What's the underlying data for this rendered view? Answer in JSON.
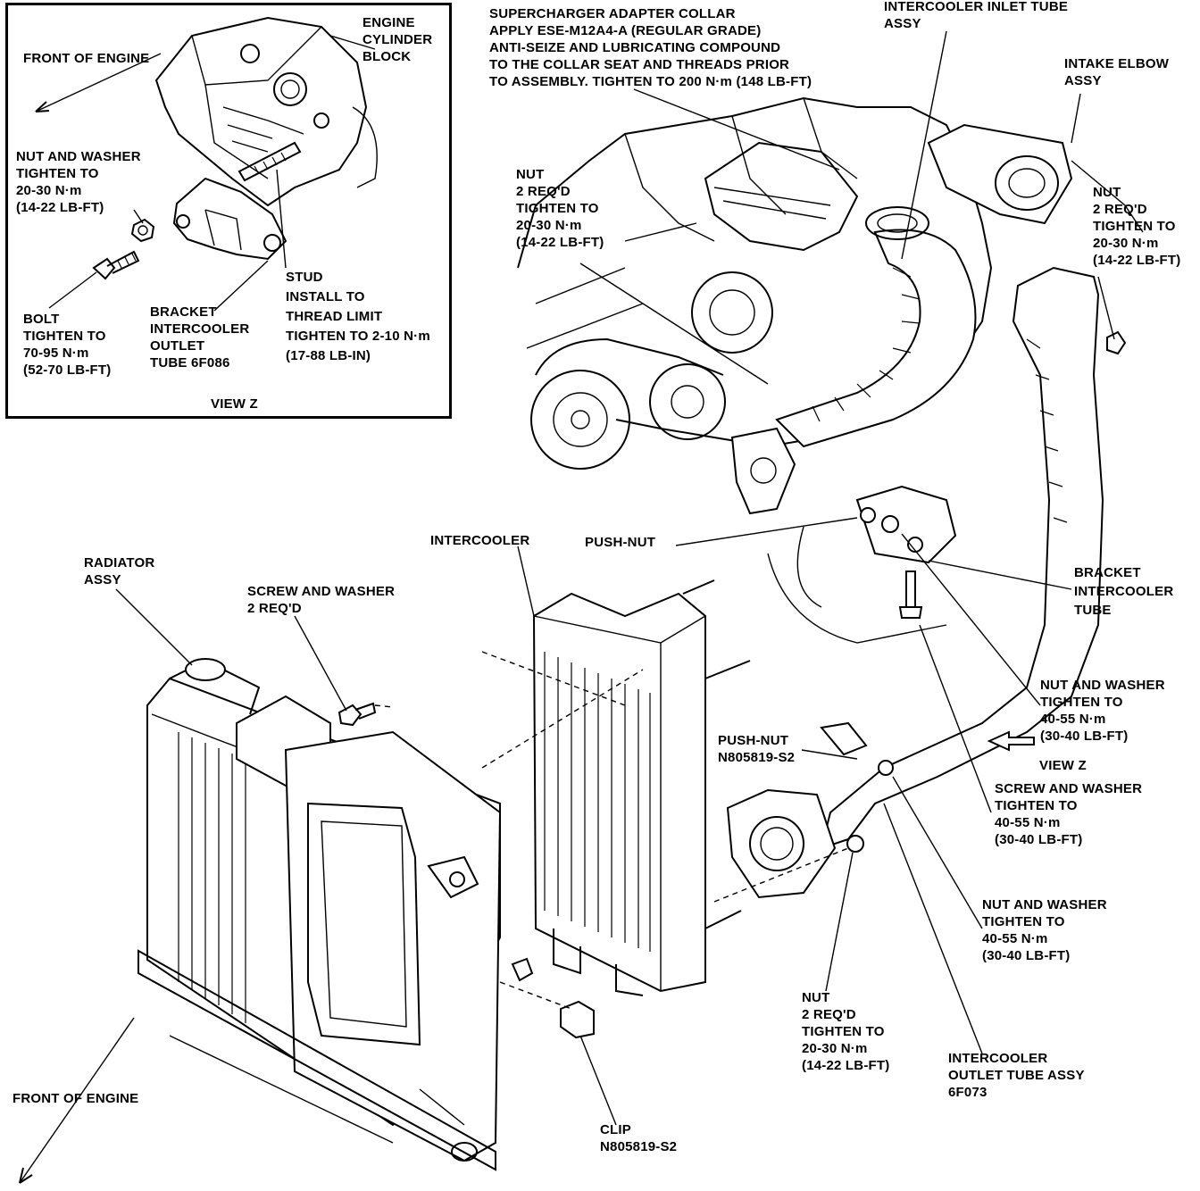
{
  "view_z": {
    "front_of_engine": "FRONT OF ENGINE",
    "engine_cylinder_block": [
      "ENGINE",
      "CYLINDER",
      "BLOCK"
    ],
    "nut_and_washer": [
      "NUT AND WASHER",
      "TIGHTEN TO",
      "20-30 N·m",
      "(14-22 LB-FT)"
    ],
    "bolt": [
      "BOLT",
      "TIGHTEN TO",
      "70-95 N·m",
      "(52-70 LB-FT)"
    ],
    "bracket_outlet_tube": [
      "BRACKET",
      "INTERCOOLER",
      "OUTLET",
      "TUBE 6F086"
    ],
    "stud": [
      "STUD",
      "INSTALL TO",
      "THREAD LIMIT",
      "TIGHTEN TO 2-10 N·m",
      "(17-88 LB-IN)"
    ],
    "title": "VIEW Z"
  },
  "main": {
    "supercharger_collar": [
      "SUPERCHARGER ADAPTER COLLAR",
      "APPLY ESE-M12A4-A (REGULAR GRADE)",
      "ANTI-SEIZE AND LUBRICATING COMPOUND",
      "TO THE COLLAR SEAT AND THREADS PRIOR",
      "TO ASSEMBLY. TIGHTEN TO 200 N·m (148 LB-FT)"
    ],
    "intercooler_inlet_tube": [
      "INTERCOOLER INLET TUBE",
      "ASSY"
    ],
    "intake_elbow": [
      "INTAKE ELBOW",
      "ASSY"
    ],
    "nut_upper_left": [
      "NUT",
      "2 REQ'D",
      "TIGHTEN TO",
      "20-30 N·m",
      "(14-22 LB-FT)"
    ],
    "nut_upper_right": [
      "NUT",
      "2 REQ'D",
      "TIGHTEN TO",
      "20-30 N·m",
      "(14-22 LB-FT)"
    ],
    "intercooler": "INTERCOOLER",
    "push_nut_upper": "PUSH-NUT",
    "radiator_assy": [
      "RADIATOR",
      "ASSY"
    ],
    "screw_and_washer_top": [
      "SCREW AND WASHER",
      "2 REQ'D"
    ],
    "bracket_intercooler_tube": [
      "BRACKET",
      "INTERCOOLER",
      "TUBE"
    ],
    "nut_and_washer_upper": [
      "NUT AND WASHER",
      "TIGHTEN TO",
      "40-55 N·m",
      "(30-40 LB-FT)"
    ],
    "push_nut_lower": [
      "PUSH-NUT",
      "N805819-S2"
    ],
    "view_z_ref": "VIEW Z",
    "screw_and_washer_lower": [
      "SCREW AND WASHER",
      "TIGHTEN TO",
      "40-55 N·m",
      "(30-40 LB-FT)"
    ],
    "nut_and_washer_lower": [
      "NUT AND WASHER",
      "TIGHTEN TO",
      "40-55 N·m",
      "(30-40 LB-FT)"
    ],
    "nut_lower": [
      "NUT",
      "2 REQ'D",
      "TIGHTEN TO",
      "20-30 N·m",
      "(14-22 LB-FT)"
    ],
    "intercooler_outlet_tube": [
      "INTERCOOLER",
      "OUTLET TUBE ASSY",
      "6F073"
    ],
    "front_of_engine": "FRONT OF ENGINE",
    "clip": [
      "CLIP",
      "N805819-S2"
    ]
  }
}
